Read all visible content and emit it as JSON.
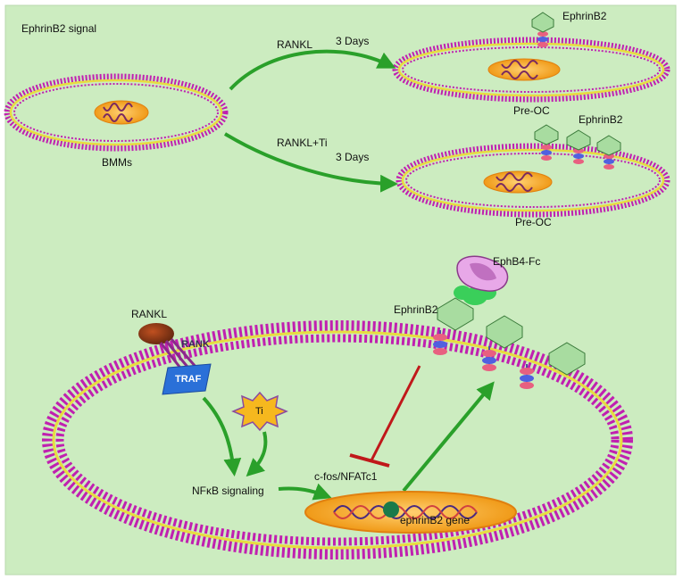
{
  "labels": {
    "title": "EphrinB2 signal",
    "rankl_top": "RANKL",
    "days_top": "3 Days",
    "ephrinb2_top": "EphrinB2",
    "preoc_top": "Pre-OC",
    "bmms": "BMMs",
    "rankl_ti": "RANKL+Ti",
    "days_mid": "3 Days",
    "ephrinb2_mid": "EphrinB2",
    "preoc_mid": "Pre-OC",
    "ephb4fc": "EphB4-Fc",
    "ephrinb2_bottom": "EphrinB2",
    "rankl_bottom": "RANKL",
    "rank": "RANK",
    "traf": "TRAF",
    "ti": "Ti",
    "nfkb": "NFκB signaling",
    "cfos": "c-fos/NFATc1",
    "gene": "ephrinB2 gene"
  },
  "colors": {
    "background": "#ccecc0",
    "membrane_pink": "#c020b0",
    "membrane_yellow": "#e8dc40",
    "nucleus": "#f0a020",
    "arrow_green": "#2aa02a",
    "inhibit_red": "#c0181a",
    "traf_blue": "#2a70d8",
    "ti_star": "#f6b81e",
    "ephrin_green": "#a8dca0",
    "ephb4_purple": "#c070c0"
  }
}
